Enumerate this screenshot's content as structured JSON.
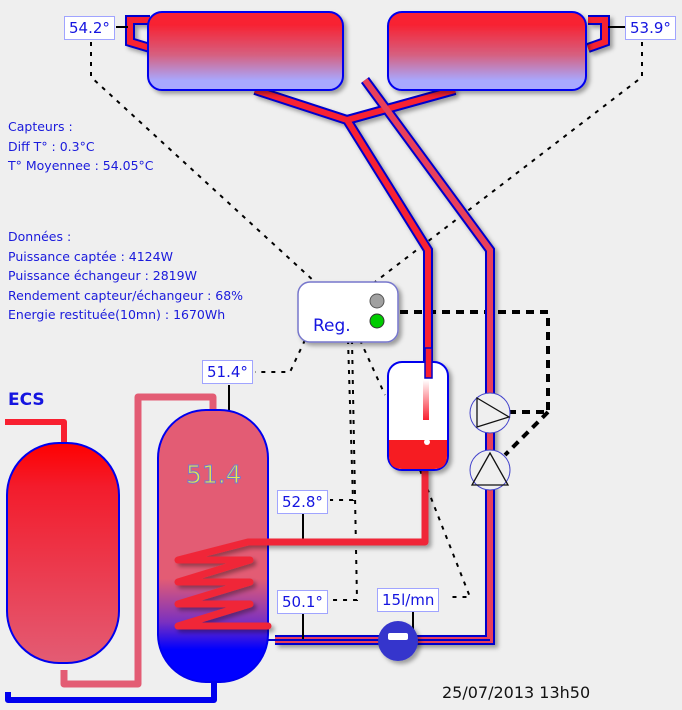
{
  "sensors": {
    "collector_left": "54.2°",
    "collector_right": "53.9°",
    "tank_top": "51.4°",
    "exchanger_in": "52.8°",
    "exchanger_out": "50.1°",
    "flow": "15l/mn"
  },
  "capteurs": {
    "title": "Capteurs :",
    "diff": "Diff T° : 0.3°C",
    "moyenne": "T° Moyennee : 54.05°C"
  },
  "donnees": {
    "title": "Données :",
    "puissance_captee": "Puissance captée : 4124W",
    "puissance_echangeur": "Puissance échangeur : 2819W",
    "rendement": "Rendement capteur/échangeur : 68%",
    "energie": "Energie restituée(10mn) : 1670Wh"
  },
  "regulator": {
    "label": "Reg.",
    "led_top_color": "#a0a0a0",
    "led_bottom_color": "#00cc00"
  },
  "tank": {
    "temperature": "51.4"
  },
  "ecs_label": "ECS",
  "timestamp": "25/07/2013 13h50",
  "colors": {
    "hot": "#f82030",
    "warm": "#e05a72",
    "cold": "#0000ee",
    "outline": "#0000cc"
  }
}
